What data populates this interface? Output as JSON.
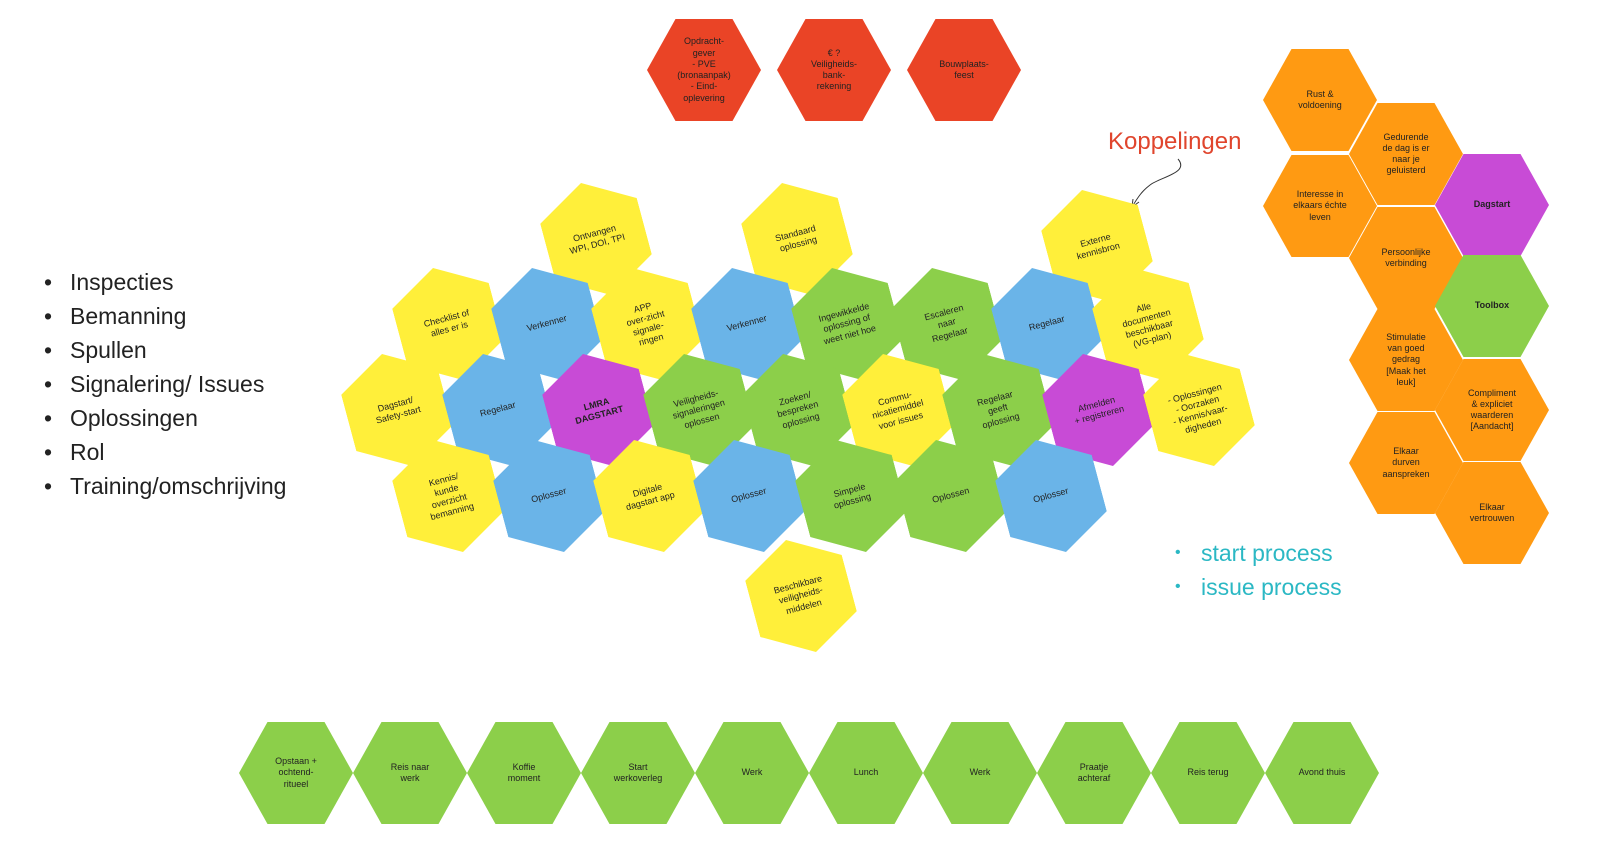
{
  "colors": {
    "yellow": "#ffef3a",
    "blue": "#6ab4e8",
    "green": "#8ccf4a",
    "purple": "#c84bd6",
    "red": "#ea4426",
    "orange": "#ff9a12",
    "cyan_text": "#2bb8c4",
    "red_text": "#e0452d"
  },
  "topics": [
    "Inspecties",
    "Bemanning",
    "Spullen",
    "Signalering/ Issues",
    "Oplossingen",
    "Rol",
    "Training/omschrijving"
  ],
  "processes": [
    "start process",
    "issue process"
  ],
  "koppelingen_label": "Koppelingen",
  "top_hexes": [
    {
      "text": "Opdracht-\ngever\n- PVE\n(bronaanpak)\n- Eind-\noplevering",
      "color": "red"
    },
    {
      "text": "€ ?\nVeiligheids-\nbank-\nrekening",
      "color": "red"
    },
    {
      "text": "Bouwplaats-\nfeest",
      "color": "red"
    }
  ],
  "main_hexes": [
    {
      "text": "Ontvangen\nWPI, DOI, TPI",
      "color": "yellow"
    },
    {
      "text": "Standaard\noplossing",
      "color": "yellow"
    },
    {
      "text": "Externe\nkennisbron",
      "color": "yellow"
    },
    {
      "text": "Checklist of\nalles er is",
      "color": "yellow"
    },
    {
      "text": "Verkenner",
      "color": "blue"
    },
    {
      "text": "APP\nover-zicht\nsignale-\nringen",
      "color": "yellow"
    },
    {
      "text": "Verkenner",
      "color": "blue"
    },
    {
      "text": "Ingewikkelde\noplossing of\nweet niet hoe",
      "color": "green"
    },
    {
      "text": "Escaleren\nnaar\nRegelaar",
      "color": "green"
    },
    {
      "text": "Regelaar",
      "color": "blue"
    },
    {
      "text": "Alle\ndocumenten\nbeschikbaar\n(VG-plan)",
      "color": "yellow"
    },
    {
      "text": "Dagstart/\nSafety-start",
      "color": "yellow"
    },
    {
      "text": "Regelaar",
      "color": "blue"
    },
    {
      "text": "LMRA\nDAGSTART",
      "color": "purple",
      "bold": true
    },
    {
      "text": "Veiligheids-\nsignaleringen\noplossen",
      "color": "green"
    },
    {
      "text": "Zoeken/\nbespreken\noplossing",
      "color": "green"
    },
    {
      "text": "Commu-\nnicatiemiddel\nvoor issues",
      "color": "yellow"
    },
    {
      "text": "Regelaar\ngeeft\noplossing",
      "color": "green"
    },
    {
      "text": "Afmelden\n+ registreren",
      "color": "purple"
    },
    {
      "text": "- Oplossingen\n- Oorzaken\n- Kennis/vaar-\ndigheden",
      "color": "yellow"
    },
    {
      "text": "Kennis/\nkunde\noverzicht\nbemanning",
      "color": "yellow"
    },
    {
      "text": "Oplosser",
      "color": "blue"
    },
    {
      "text": "Digitale\ndagstart app",
      "color": "yellow"
    },
    {
      "text": "Oplosser",
      "color": "blue"
    },
    {
      "text": "Simpele\noplossing",
      "color": "green"
    },
    {
      "text": "Oplossen",
      "color": "green"
    },
    {
      "text": "Oplosser",
      "color": "blue"
    },
    {
      "text": "Beschikbare\nveiligheids-\nmiddelen",
      "color": "yellow"
    }
  ],
  "side_hexes": [
    {
      "text": "Rust &\nvoldoening",
      "color": "orange"
    },
    {
      "text": "Gedurende\nde dag is er\nnaar je\ngeluisterd",
      "color": "orange"
    },
    {
      "text": "Interesse in\nelkaars échte\nleven",
      "color": "orange"
    },
    {
      "text": "Dagstart",
      "color": "purple",
      "bold": true
    },
    {
      "text": "Persoonlijke\nverbinding",
      "color": "orange"
    },
    {
      "text": "Toolbox",
      "color": "green",
      "bold": true
    },
    {
      "text": "Stimulatie\nvan goed\ngedrag\n[Maak het\nleuk]",
      "color": "orange"
    },
    {
      "text": "Compliment\n& expliciet\nwaarderen\n[Aandacht]",
      "color": "orange"
    },
    {
      "text": "Elkaar\ndurven\naanspreken",
      "color": "orange"
    },
    {
      "text": "Elkaar\nvertrouwen",
      "color": "orange"
    }
  ],
  "bottom_hexes": [
    {
      "text": "Opstaan +\nochtend-\nritueel",
      "color": "green"
    },
    {
      "text": "Reis naar\nwerk",
      "color": "green"
    },
    {
      "text": "Koffie\nmoment",
      "color": "green"
    },
    {
      "text": "Start\nwerkoverleg",
      "color": "green"
    },
    {
      "text": "Werk",
      "color": "green"
    },
    {
      "text": "Lunch",
      "color": "green"
    },
    {
      "text": "Werk",
      "color": "green"
    },
    {
      "text": "Praatje\nachteraf",
      "color": "green"
    },
    {
      "text": "Reis terug",
      "color": "green"
    },
    {
      "text": "Avond thuis",
      "color": "green"
    }
  ]
}
